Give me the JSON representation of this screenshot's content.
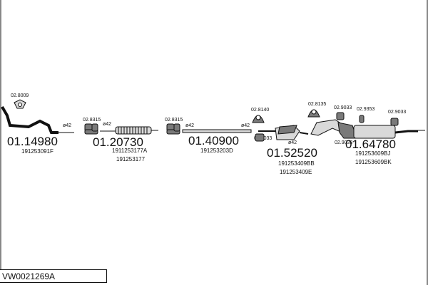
{
  "frame_code": "VW0021269A",
  "groups": [
    {
      "number": "01.14980",
      "codes": [
        "191253091F"
      ]
    },
    {
      "number": "01.20730",
      "codes": [
        "1911253177A",
        "191253177"
      ]
    },
    {
      "number": "01.40900",
      "codes": [
        "191253203D"
      ]
    },
    {
      "number": "01.52520",
      "codes": [
        "191253409BB",
        "191253409E"
      ]
    },
    {
      "number": "01.64780",
      "codes": [
        "191253609BJ",
        "191253609BK"
      ]
    }
  ],
  "small_parts": {
    "g1_gasket": "02.8009",
    "g2_clamp": "02.8315",
    "g3_clamp": "02.8315",
    "g4_hanger": "02.8140",
    "g4_clamp": "02.9033",
    "g5_hanger": "02.8135",
    "g5_clamp_a": "02.9033",
    "g5_clamp_b": "02.9353",
    "g5_clamp_c": "02.9033",
    "g5_clamp_d": "02.9033"
  },
  "diameter_label": "ø42"
}
